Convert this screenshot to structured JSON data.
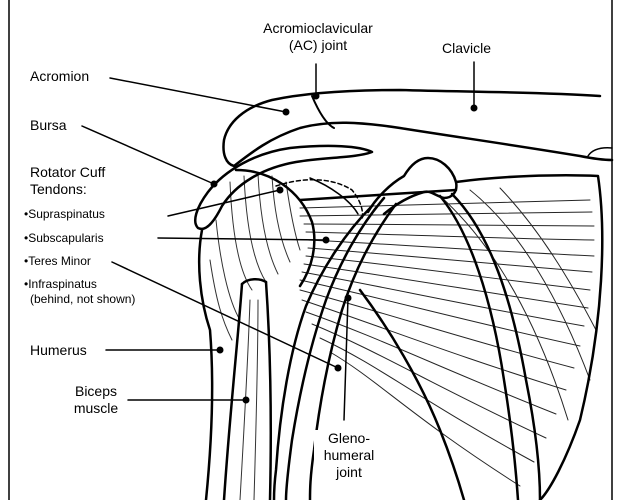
{
  "labels": {
    "ac_joint_line1": "Acromioclavicular",
    "ac_joint_line2": "(AC) joint",
    "clavicle": "Clavicle",
    "acromion": "Acromion",
    "bursa": "Bursa",
    "rotator_cuff_line1": "Rotator Cuff",
    "rotator_cuff_line2": "Tendons:",
    "supraspinatus": "•Supraspinatus",
    "subscapularis": "•Subscapularis",
    "teres_minor": "•Teres Minor",
    "infraspinatus_line1": "•Infraspinatus",
    "infraspinatus_line2": "(behind, not shown)",
    "humerus": "Humerus",
    "biceps_line1": "Biceps",
    "biceps_line2": "muscle",
    "glenohumeral_line1": "Gleno-",
    "glenohumeral_line2": "humeral",
    "glenohumeral_line3": "joint"
  }
}
